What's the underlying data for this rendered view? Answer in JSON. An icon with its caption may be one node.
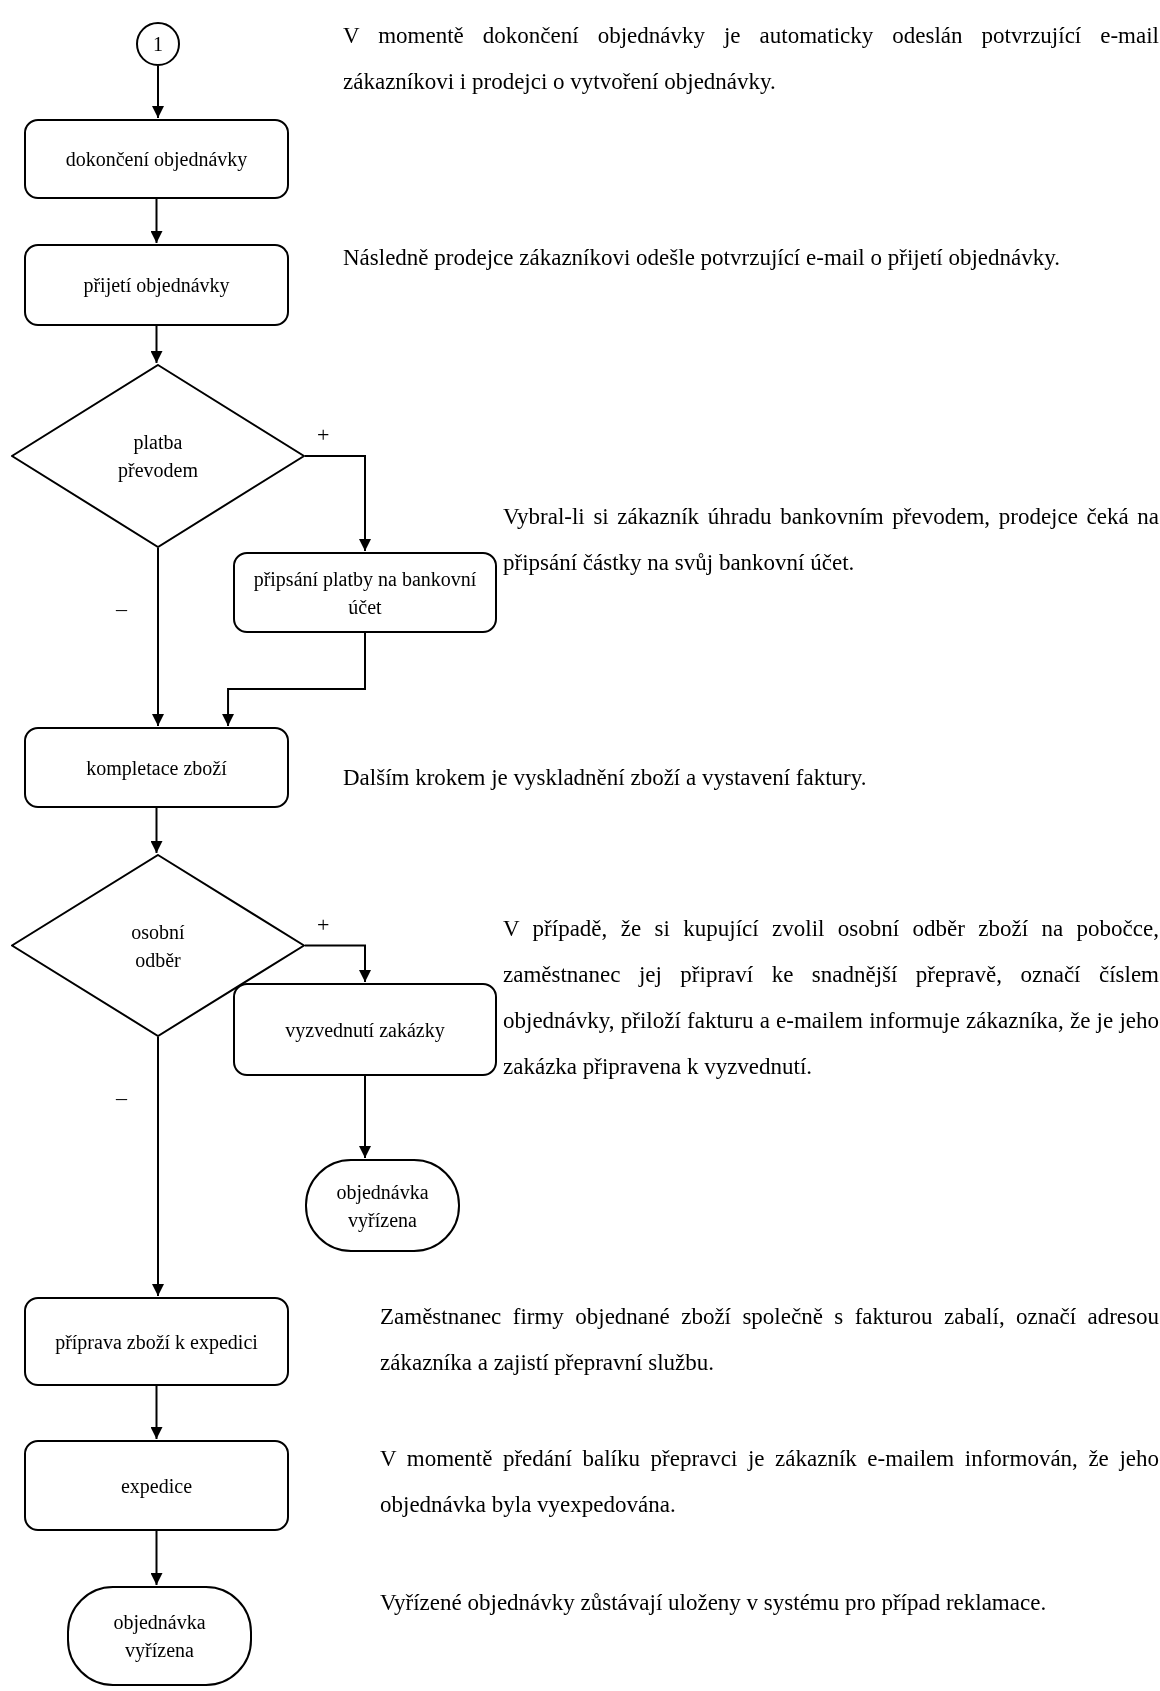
{
  "diagram": {
    "nodes": [
      {
        "text": [
          "1"
        ]
      },
      {
        "text": [
          "dokončení objednávky"
        ]
      },
      {
        "text": [
          "přijetí objednávky"
        ]
      },
      {
        "text": [
          "platba převodem"
        ]
      },
      {
        "text": [
          "připsání platby na bankovní účet"
        ]
      },
      {
        "text": [
          "kompletace zboží"
        ]
      },
      {
        "text": [
          "osobní odběr"
        ]
      },
      {
        "text": [
          "vyzvednutí zakázky"
        ]
      },
      {
        "text": [
          "objednávka vyřízena"
        ]
      },
      {
        "text": [
          "příprava zboží k expedici"
        ]
      },
      {
        "text": [
          "expedice"
        ]
      },
      {
        "text": [
          "objednávka vyřízena"
        ]
      }
    ],
    "edges": [
      {
        "from": 0,
        "to": 1,
        "arrow": "to"
      },
      {
        "from": 1,
        "to": 2,
        "arrow": "to"
      },
      {
        "from": 2,
        "to": 3,
        "arrow": "to"
      },
      {
        "from": 3,
        "to": 4,
        "arrow": "to",
        "label": "+"
      },
      {
        "from": 3,
        "to": 5,
        "arrow": "to",
        "label": "–"
      },
      {
        "from": 4,
        "to": 5,
        "arrow": "to"
      },
      {
        "from": 5,
        "to": 6,
        "arrow": "to"
      },
      {
        "from": 6,
        "to": 7,
        "arrow": "to",
        "label": "+"
      },
      {
        "from": 6,
        "to": 9,
        "arrow": "to",
        "label": "–"
      },
      {
        "from": 7,
        "to": 8,
        "arrow": "to"
      },
      {
        "from": 9,
        "to": 10,
        "arrow": "to"
      },
      {
        "from": 10,
        "to": 11,
        "arrow": "to"
      }
    ],
    "labels": [
      "V momentě dokončení objednávky je automaticky odeslán potvrzující e-mail zákazníkovi i prodejci o vytvoření objednávky.",
      "Následně prodejce zákazníkovi odešle potvrzující e-mail o přijetí objednávky.",
      "Vybral-li si zákazník úhradu bankovním převodem, prodejce čeká na připsání částky na svůj bankovní účet.",
      "Dalším krokem je vyskladnění zboží a vystavení faktury.",
      "V případě, že si kupující zvolil osobní odběr zboží na pobočce, zaměstnanec jej připraví ke snadnější přepravě, označí číslem objednávky, přiloží fakturu a e-mailem informuje zákazníka, že je jeho zakázka připravena k vyzvednutí.",
      "Zaměstnanec firmy objednané zboží společně s fakturou zabalí, označí adresou zákazníka a zajistí přepravní službu.",
      "V momentě předání balíku přepravci je zákazník e-mailem informován, že jeho objednávka byla vyexpedována.",
      "Vyřízené objednávky zůstávají uloženy v systému pro případ reklamace."
    ]
  }
}
